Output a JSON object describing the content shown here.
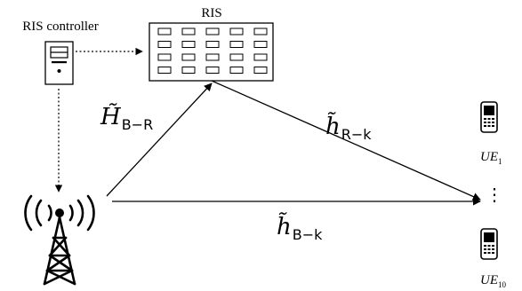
{
  "ris": {
    "label": "RIS",
    "rows": 4,
    "cols": 5
  },
  "controller": {
    "label": "RIS controller"
  },
  "channels": {
    "bs_ris": {
      "symbol": "H̃",
      "sub": "B−R"
    },
    "ris_ue": {
      "symbol": "h̃",
      "sub": "R−k"
    },
    "bs_ue": {
      "symbol": "h̃",
      "sub": "B−k"
    }
  },
  "users": [
    {
      "base": "UE",
      "sub": "1"
    },
    {
      "base": "UE",
      "sub": "10"
    }
  ],
  "ellipsis": "⋮",
  "icons": [
    "server-icon",
    "antenna-tower-icon",
    "phone-icon"
  ],
  "colors": {
    "line": "#000000",
    "background": "#ffffff"
  }
}
